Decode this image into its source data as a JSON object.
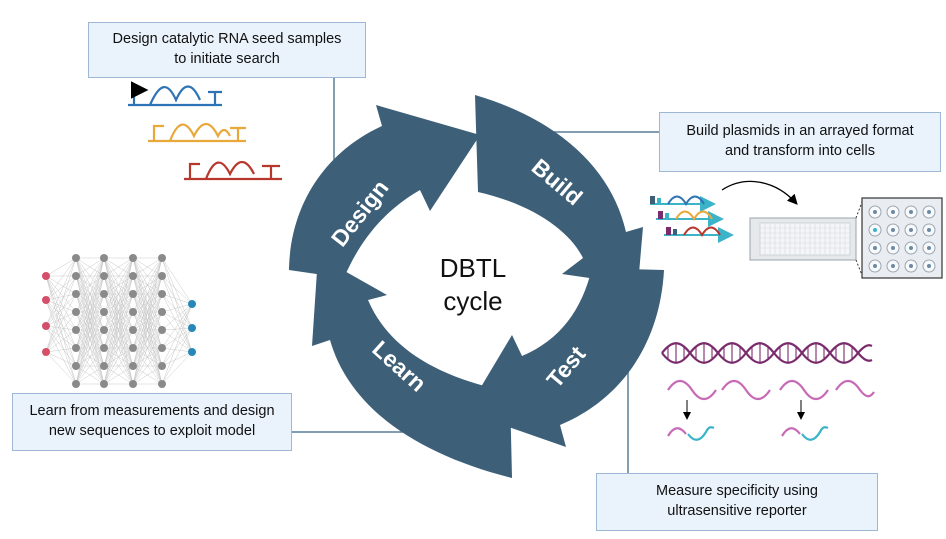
{
  "center": {
    "line1": "DBTL",
    "line2": "cycle"
  },
  "stages": {
    "design": "Design",
    "build": "Build",
    "test": "Test",
    "learn": "Learn"
  },
  "boxes": {
    "design": {
      "line1": "Design catalytic RNA seed samples",
      "line2": "to initiate search"
    },
    "build": {
      "line1": "Build plasmids in an arrayed format",
      "line2": "and transform into cells"
    },
    "learn": {
      "line1": "Learn from measurements and design",
      "line2": "new sequences to exploit model"
    },
    "test": {
      "line1": "Measure specificity using",
      "line2": "ultrasensitive reporter"
    }
  },
  "colors": {
    "arrow": "#3d5f78",
    "box_fill": "#eaf2fb",
    "box_border": "#9db7d4",
    "connector": "#5a7d99",
    "rna_blue": "#2e74b5",
    "rna_yellow": "#e8a83a",
    "rna_red": "#b8372d",
    "helix_purple": "#7a2b6b",
    "helix_pink": "#c76bb6",
    "cleaved_cyan": "#3bb3c9",
    "nn_input": "#d4506a",
    "nn_hidden": "#8a8a8a",
    "nn_output": "#2788b5"
  },
  "icons": [
    "gene-construct-icon",
    "plasmid-icon",
    "microplate-icon",
    "well-grid-icon",
    "neural-network-icon",
    "rna-helix-icon",
    "cleaved-rna-icon"
  ]
}
